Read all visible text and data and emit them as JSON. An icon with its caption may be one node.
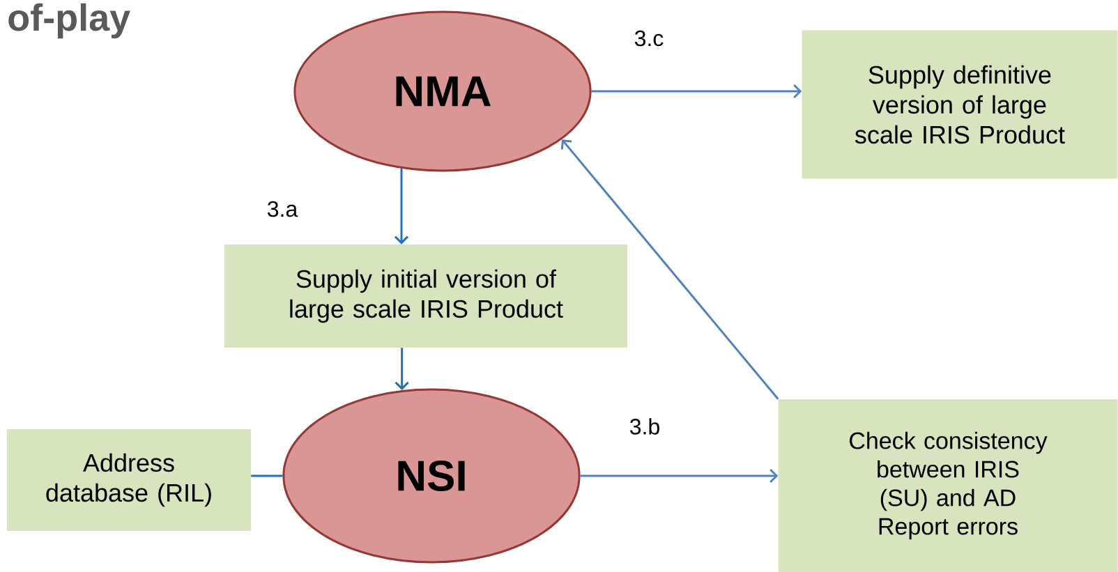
{
  "diagram": {
    "title": "of-play",
    "nodes": [
      {
        "text": [
          "NMA"
        ]
      },
      {
        "text": [
          "Supply definitive version of large scale IRIS Product"
        ]
      },
      {
        "text": [
          "Supply initial version of large scale IRIS Product"
        ]
      },
      {
        "text": [
          "NSI"
        ]
      },
      {
        "text": [
          "Address database (RIL)"
        ]
      },
      {
        "text": [
          "Check consistency between IRIS (SU) and AD",
          "Report errors"
        ]
      }
    ],
    "edges": [
      {
        "from": 0,
        "to": 2,
        "arrow": "to",
        "label": "3.a",
        "color": "#1f70c1"
      },
      {
        "from": 2,
        "to": 3,
        "arrow": "to",
        "color": "#1f70c1"
      },
      {
        "from": 4,
        "to": 3,
        "arrow": "none",
        "color": "#1f70c1"
      },
      {
        "from": 3,
        "to": 5,
        "arrow": "to",
        "label": "3.b"
      },
      {
        "from": 5,
        "to": 0,
        "arrow": "to"
      },
      {
        "from": 0,
        "to": 1,
        "arrow": "to",
        "label": "3.c"
      }
    ]
  }
}
